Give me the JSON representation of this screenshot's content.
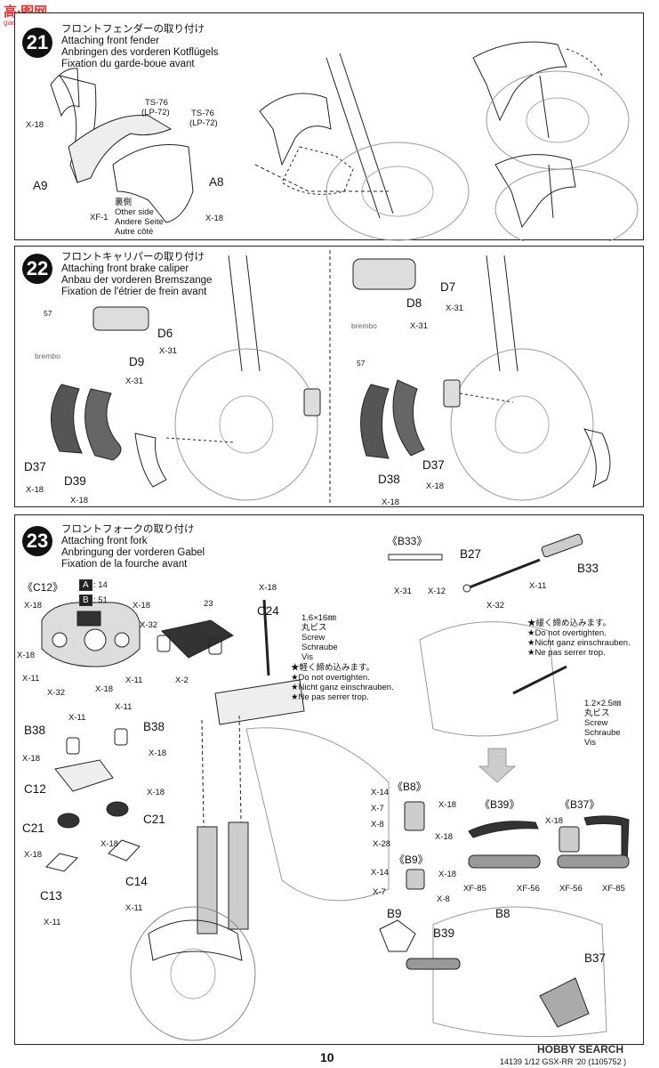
{
  "watermark": {
    "logo": "高∙图网",
    "sub": "gao.tuwang.com"
  },
  "step21": {
    "num": "21",
    "jp": "フロントフェンダーの取り付け",
    "en": "Attaching front fender",
    "de": "Anbringen des vorderen Kotflügels",
    "fr": "Fixation du garde-boue avant",
    "labels": {
      "x18a": "X-18",
      "ts76a": "TS-76",
      "lp72a": "(LP-72)",
      "ts76b": "TS-76",
      "lp72b": "(LP-72)",
      "a9": "A9",
      "a8": "A8",
      "xf1": "XF-1",
      "other_jp": "裏側",
      "other_en": "Other side",
      "other_de": "Andere Seite",
      "other_fr": "Autre côté",
      "x18b": "X-18"
    }
  },
  "step22": {
    "num": "22",
    "jp": "フロントキャリパーの取り付け",
    "en": "Attaching front brake caliper",
    "de": "Anbau der vorderen Bremszange",
    "fr": "Fixation de l'étrier de frein avant",
    "labels": {
      "d6": "D6",
      "x31a": "X-31",
      "d9": "D9",
      "x31b": "X-31",
      "d7": "D7",
      "x31c": "X-31",
      "d8": "D8",
      "x31d": "X-31",
      "n57a": "57",
      "n57b": "57",
      "d37a": "D37",
      "x18a": "X-18",
      "d39": "D39",
      "x18b": "X-18",
      "d38": "D38",
      "x18c": "X-18",
      "d37b": "D37",
      "x18d": "X-18",
      "brembo1": "brembo",
      "brembo2": "brembo"
    }
  },
  "step23": {
    "num": "23",
    "jp": "フロントフォークの取り付け",
    "en": "Attaching front fork",
    "de": "Anbringung der vorderen Gabel",
    "fr": "Fixation de la fourche avant",
    "c12": "《C12》",
    "tagA": "A",
    "tagA_num": ": 14",
    "tagB": "B",
    "tagB_num": ": 51",
    "n23": "23",
    "b33group": "《B33》",
    "b27": "B27",
    "b33": "B33",
    "x31": "X-31",
    "x12": "X-12",
    "x11a": "X-11",
    "x32a": "X-32",
    "x18c24": "X-18",
    "c24": "C24",
    "screw_size": "1.6×16㎜",
    "screw_jp": "丸ビス",
    "screw_en": "Screw",
    "screw_de": "Schraube",
    "screw_fr": "Vis",
    "note_jp": "★軽く締め込みます。",
    "note_en": "★Do not overtighten.",
    "note_de": "★Nicht ganz einschrauben.",
    "note_fr": "★Ne pas serrer trop.",
    "note2_jp": "★緩く締め込みます。",
    "note2_en": "★Do not overtighten.",
    "note2_de": "★Nicht ganz einschrauben.",
    "note2_fr": "★Ne pas serrer trop.",
    "screw2_size": "1.2×2.5㎜",
    "screw2_jp": "丸ビス",
    "screw2_en": "Screw",
    "screw2_de": "Schraube",
    "screw2_fr": "Vis",
    "c12_labels": {
      "x18a": "X-18",
      "x18b": "X-18",
      "x32": "X-32",
      "x18c": "X-18",
      "x11a": "X-11",
      "x32b": "X-32",
      "x18d": "X-18",
      "x11b": "X-11",
      "x2": "X-2"
    },
    "left_labels": {
      "x11a": "X-11",
      "x11b": "X-11",
      "b38a": "B38",
      "b38b": "B38",
      "x18a": "X-18",
      "x18b": "X-18",
      "c12": "C12",
      "x18c": "X-18",
      "c21a": "C21",
      "c21b": "C21",
      "x18d": "X-18",
      "x18e": "X-18",
      "c13": "C13",
      "x11c": "X-11",
      "c14": "C14",
      "x11d": "X-11"
    },
    "right_labels": {
      "b8group": "《B8》",
      "b39group": "《B39》",
      "b37group": "《B37》",
      "b9group": "《B9》",
      "x14a": "X-14",
      "x7a": "X-7",
      "x8a": "X-8",
      "x28": "X-28",
      "x18a": "X-18",
      "x18b": "X-18",
      "x18c": "X-18",
      "x14b": "X-14",
      "x7b": "X-7",
      "x18d": "X-18",
      "x8b": "X-8",
      "xf85a": "XF-85",
      "xf56a": "XF-56",
      "xf56b": "XF-56",
      "xf85b": "XF-85",
      "b9": "B9",
      "b39": "B39",
      "b8": "B8",
      "b37": "B37"
    }
  },
  "footer": {
    "page": "10",
    "code": "14139 1/12 GSX-RR '20 (1105752 )",
    "site": "HOBBY SEARCH"
  }
}
